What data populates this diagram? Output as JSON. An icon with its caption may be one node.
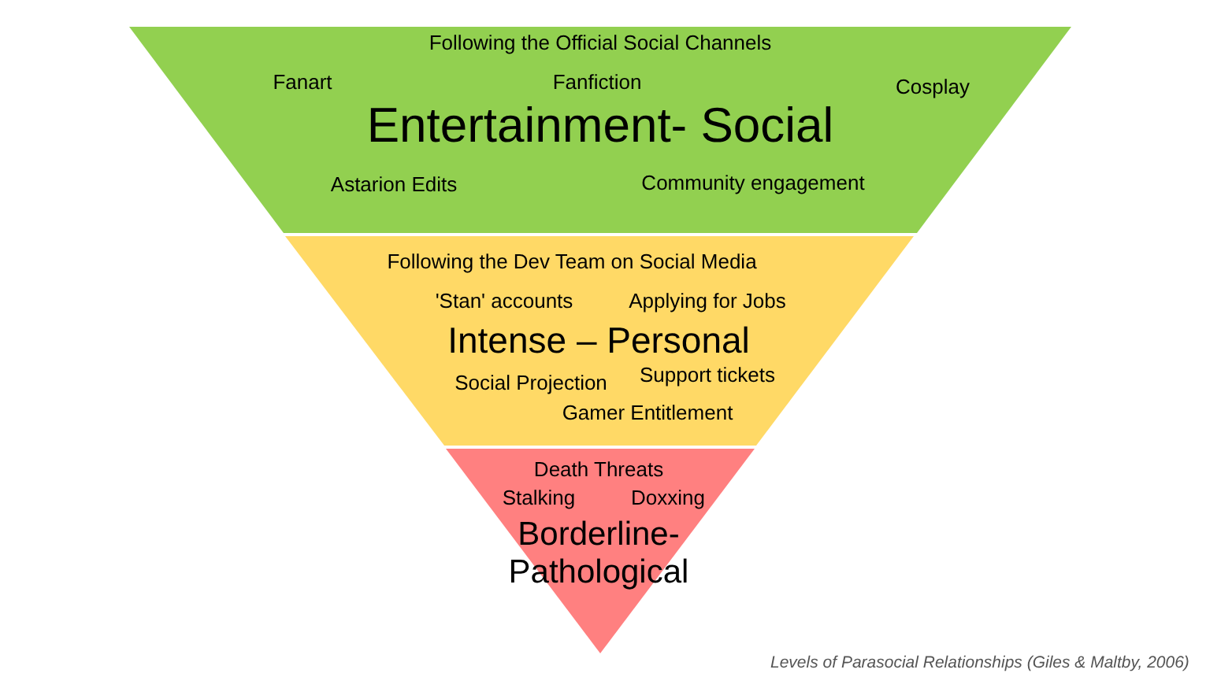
{
  "diagram": {
    "caption": "Levels of Parasocial Relationships (Giles & Maltby, 2006)",
    "nodes": [
      {
        "text": [
          "Following the Official Social Channels",
          "Fanart",
          "Fanfiction",
          "Cosplay",
          "Entertainment- Social",
          "Astarion Edits",
          "Community engagement"
        ]
      },
      {
        "text": [
          "Following the Dev Team on Social Media",
          "'Stan' accounts",
          "Applying for Jobs",
          "Intense – Personal",
          "Social Projection",
          "Support tickets",
          "Gamer Entitlement"
        ]
      },
      {
        "text": [
          "Death Threats",
          "Stalking",
          "Doxxing",
          "Borderline- Pathological"
        ]
      }
    ]
  }
}
